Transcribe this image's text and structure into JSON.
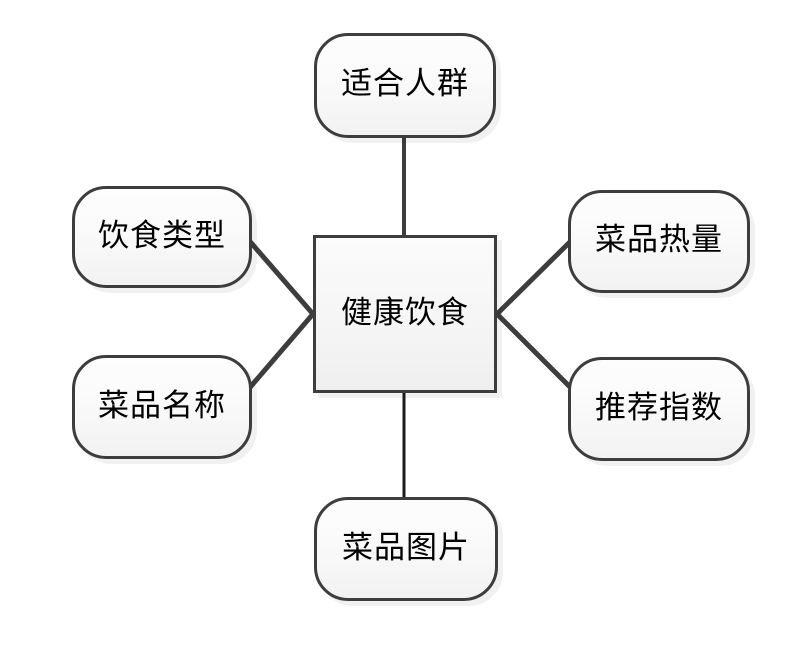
{
  "diagram": {
    "type": "mind-map",
    "central_node": {
      "id": "central",
      "label": "健康饮食",
      "shape": "rectangle"
    },
    "branch_nodes": [
      {
        "id": "top",
        "label": "适合人群",
        "shape": "rounded-rectangle",
        "position": "top"
      },
      {
        "id": "left-upper",
        "label": "饮食类型",
        "shape": "rounded-rectangle",
        "position": "left-upper"
      },
      {
        "id": "left-lower",
        "label": "菜品名称",
        "shape": "rounded-rectangle",
        "position": "left-lower"
      },
      {
        "id": "right-upper",
        "label": "菜品热量",
        "shape": "rounded-rectangle",
        "position": "right-upper"
      },
      {
        "id": "right-lower",
        "label": "推荐指数",
        "shape": "rounded-rectangle",
        "position": "right-lower"
      },
      {
        "id": "bottom",
        "label": "菜品图片",
        "shape": "rounded-rectangle",
        "position": "bottom"
      }
    ],
    "edges": [
      {
        "from": "top",
        "to": "central",
        "style": "straight-line"
      },
      {
        "from": "left-upper",
        "to": "central",
        "style": "straight-line"
      },
      {
        "from": "left-lower",
        "to": "central",
        "style": "straight-line"
      },
      {
        "from": "right-upper",
        "to": "central",
        "style": "straight-line"
      },
      {
        "from": "right-lower",
        "to": "central",
        "style": "straight-line"
      },
      {
        "from": "bottom",
        "to": "central",
        "style": "straight-line"
      }
    ],
    "colors": {
      "node_border": "#3d3d3d",
      "node_fill_top": "#fdfdfd",
      "node_fill_bottom": "#f0f0f0",
      "edge": "#3d3d3d",
      "text": "#000000",
      "shadow": "#eaeaea",
      "background": "#ffffff"
    }
  }
}
